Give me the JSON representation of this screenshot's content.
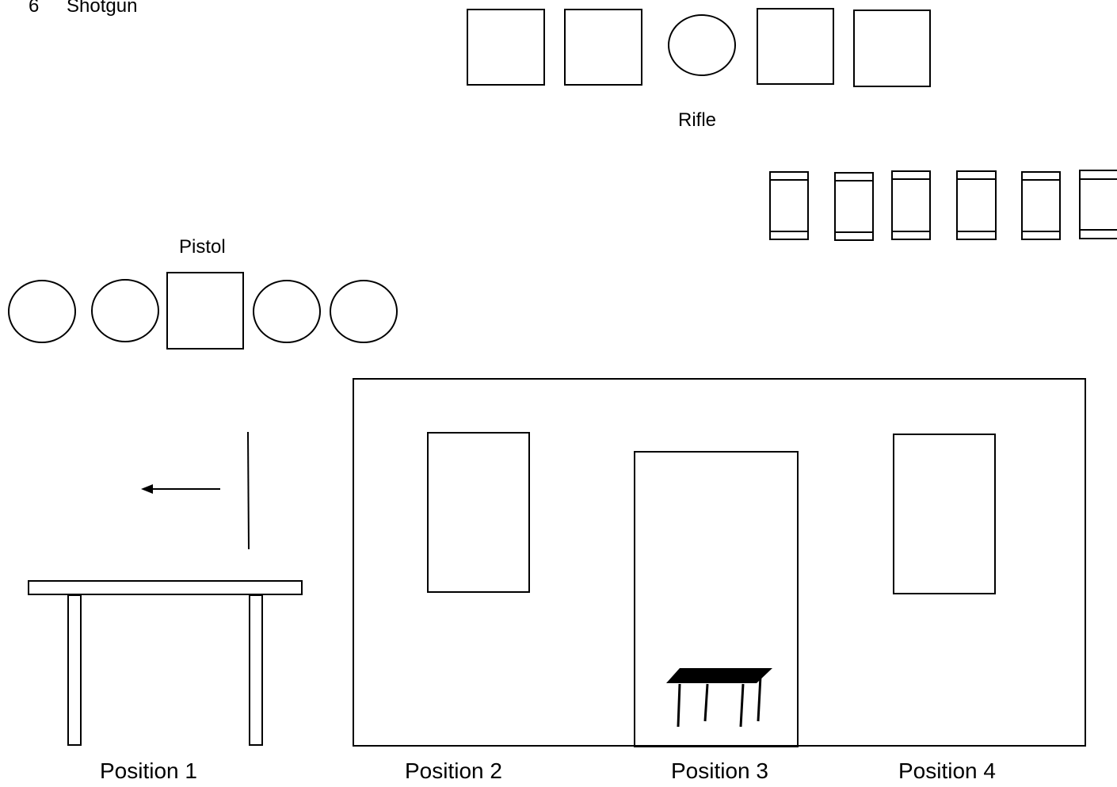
{
  "header_fragment": {
    "number": "6",
    "label": "Shotgun"
  },
  "rifle": {
    "label": "Rifle"
  },
  "pistol": {
    "label": "Pistol"
  },
  "positions": [
    "Position 1",
    "Position 2",
    "Position 3",
    "Position 4"
  ]
}
